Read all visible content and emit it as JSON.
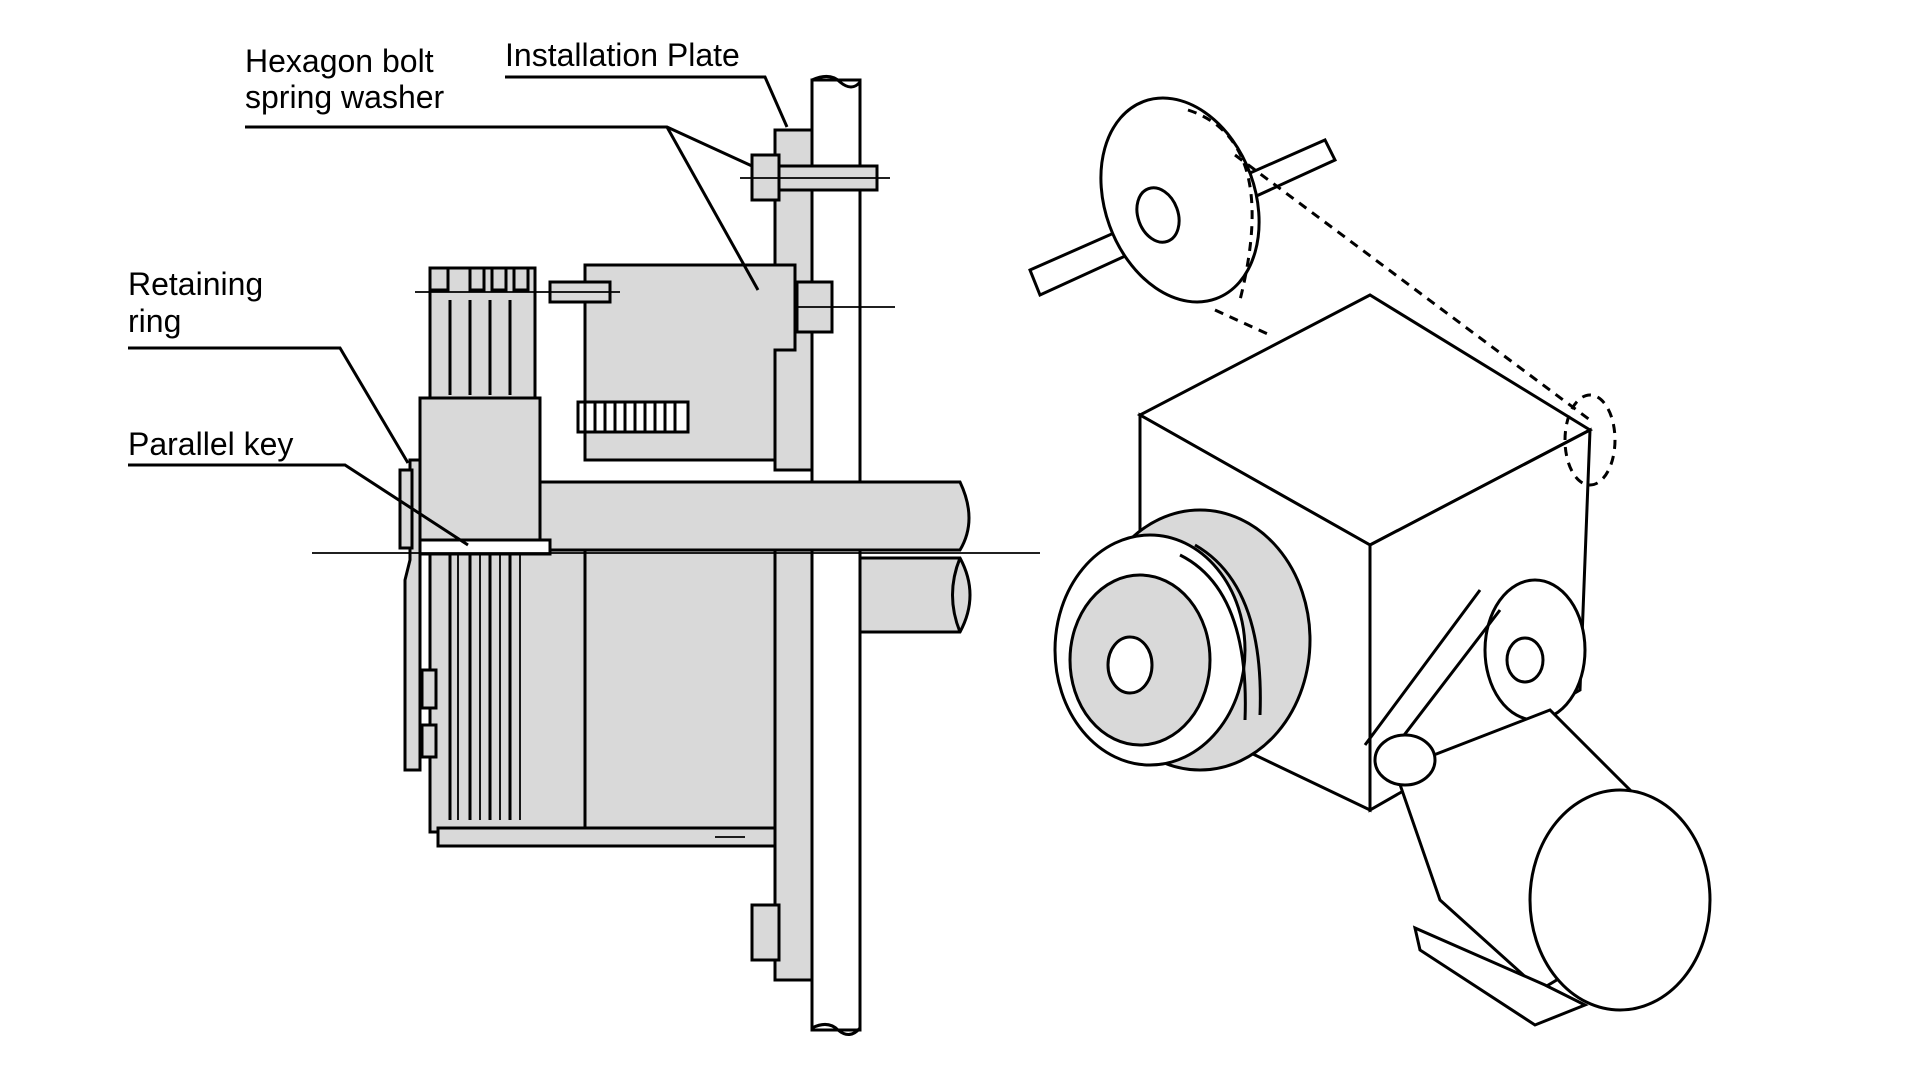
{
  "labels": {
    "hexagon_bolt": "Hexagon bolt",
    "spring_washer": "spring washer",
    "installation_plate": "Installation Plate",
    "retaining_ring_1": "Retaining",
    "retaining_ring_2": "ring",
    "parallel_key": "Parallel key"
  }
}
